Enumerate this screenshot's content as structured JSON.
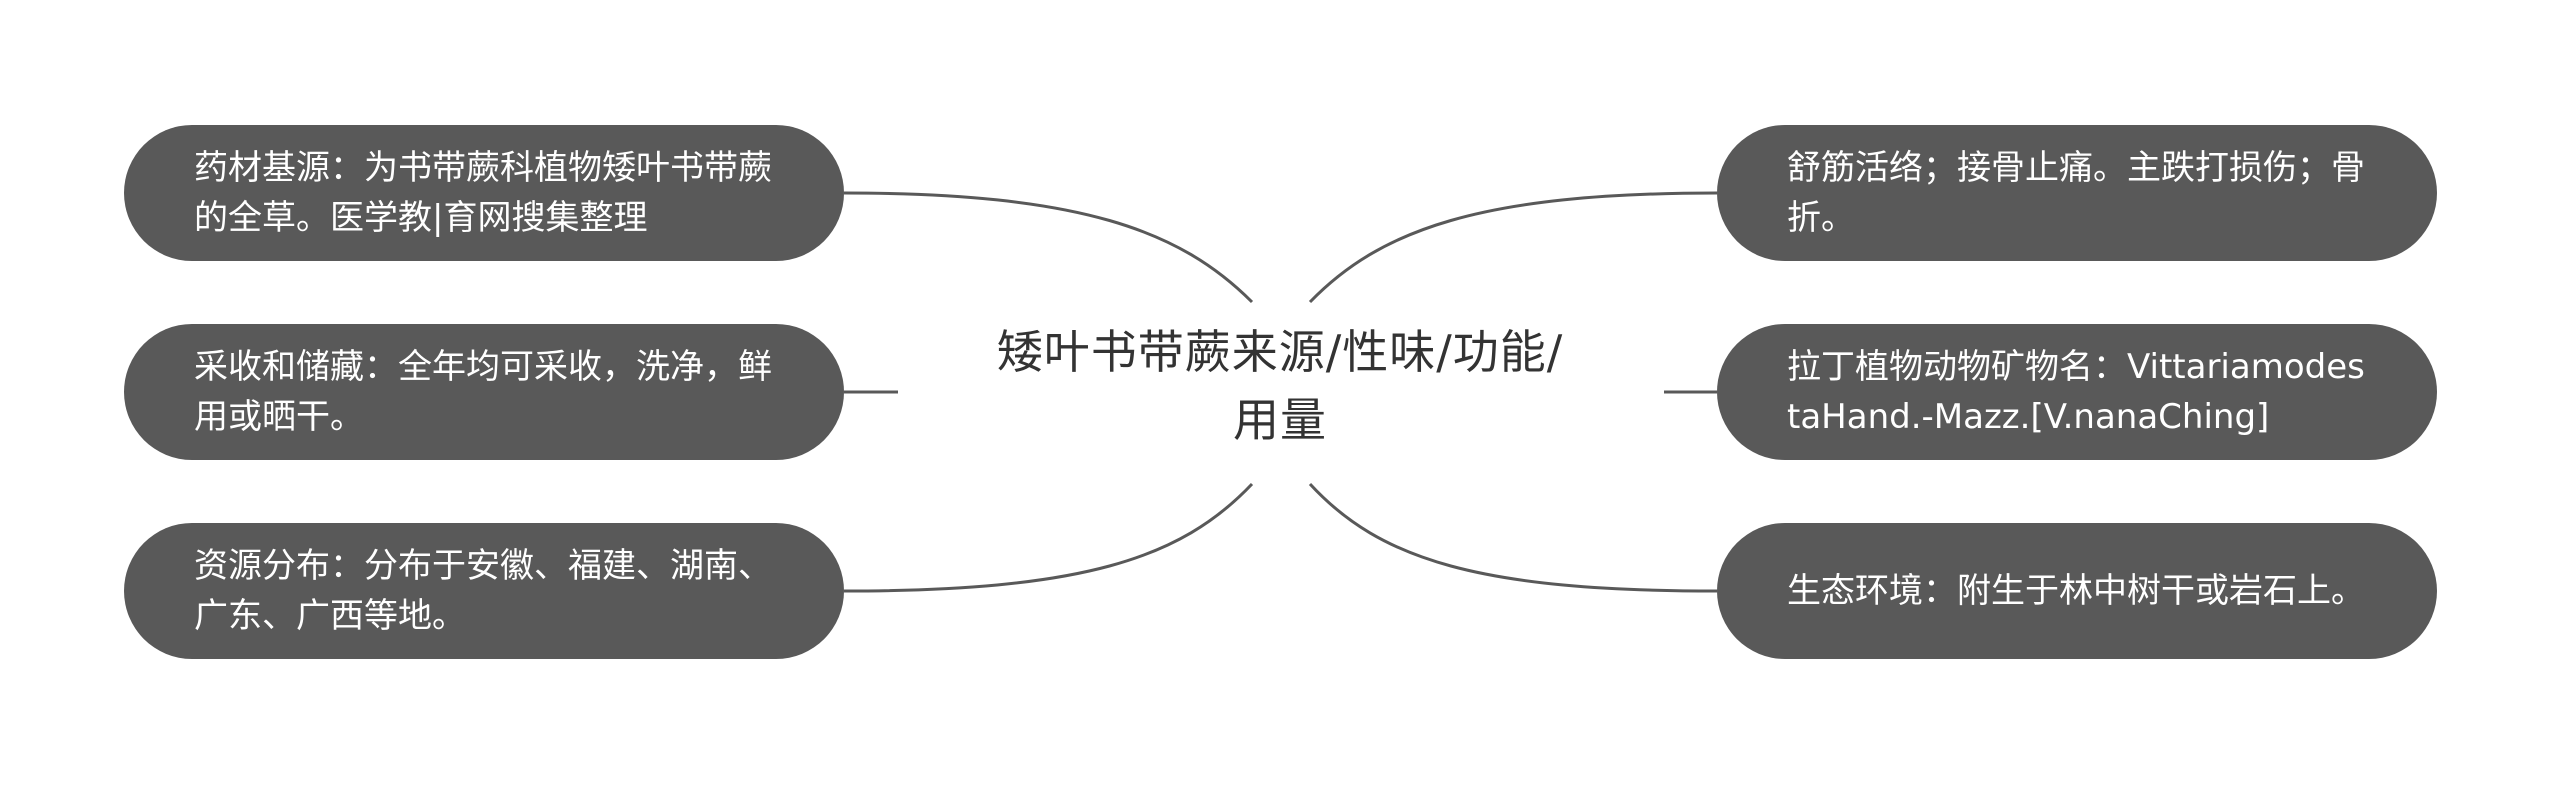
{
  "center": {
    "title": "矮叶书带蕨来源/性味/功能/用量"
  },
  "branches": {
    "left": [
      {
        "text": "药材基源：为书带蕨科植物矮叶书带蕨的全草。医学教|育网搜集整理"
      },
      {
        "text": "采收和储藏：全年均可采收，洗净，鲜用或晒干。"
      },
      {
        "text": "资源分布：分布于安徽、福建、湖南、广东、广西等地。"
      }
    ],
    "right": [
      {
        "text": "舒筋活络；接骨止痛。主跌打损伤；骨折。"
      },
      {
        "text": "拉丁植物动物矿物名：VittariamodestaHand.-Mazz.[V.nanaChing]"
      },
      {
        "text": "生态环境：附生于林中树干或岩石上。"
      }
    ]
  },
  "colors": {
    "node_fill": "#595959",
    "node_text": "#ffffff",
    "center_text": "#333333",
    "connector": "#595959"
  }
}
